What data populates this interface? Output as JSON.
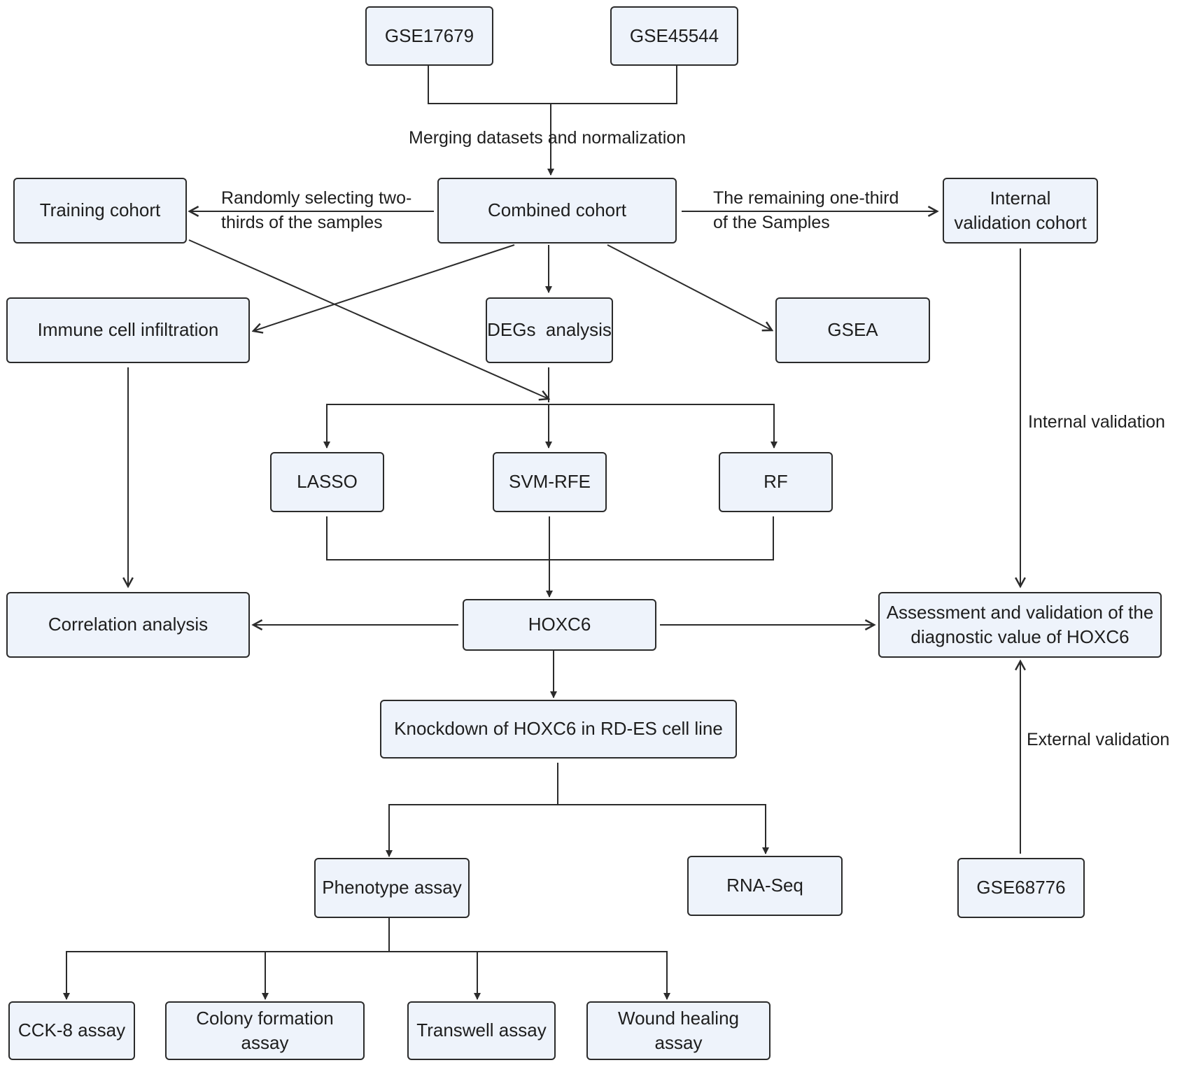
{
  "nodes": {
    "gse17679": "GSE17679",
    "gse45544": "GSE45544",
    "training_cohort": "Training cohort",
    "combined_cohort": "Combined cohort",
    "internal_validation_cohort_line1": "Internal",
    "internal_validation_cohort_line2": "validation cohort",
    "immune_cell_infiltration": "Immune cell infiltration",
    "degs_analysis": "DEGs  analysis",
    "gsea": "GSEA",
    "lasso": "LASSO",
    "svm_rfe": "SVM-RFE",
    "rf": "RF",
    "correlation_analysis": "Correlation analysis",
    "hoxc6": "HOXC6",
    "assessment_line1": "Assessment and validation of the",
    "assessment_line2": "diagnostic value of HOXC6",
    "knockdown": "Knockdown of HOXC6 in RD-ES cell line",
    "phenotype_assay": "Phenotype assay",
    "rna_seq": "RNA-Seq",
    "gse68776": "GSE68776",
    "cck8_assay": "CCK-8 assay",
    "colony_formation_assay": "Colony formation assay",
    "transwell_assay": "Transwell assay",
    "wound_healing_assay": "Wound healing assay"
  },
  "edge_labels": {
    "merging": "Merging datasets and normalization",
    "random_selection_line1": "Randomly selecting two-",
    "random_selection_line2": "thirds of the samples",
    "remaining_line1": "The remaining one-third",
    "remaining_line2": "of the Samples",
    "internal_validation": "Internal validation",
    "external_validation": "External validation"
  },
  "colors": {
    "box_fill": "#eef3fb",
    "box_border": "#2b2b2b",
    "line": "#2b2b2b",
    "text": "#1e1e1e"
  }
}
